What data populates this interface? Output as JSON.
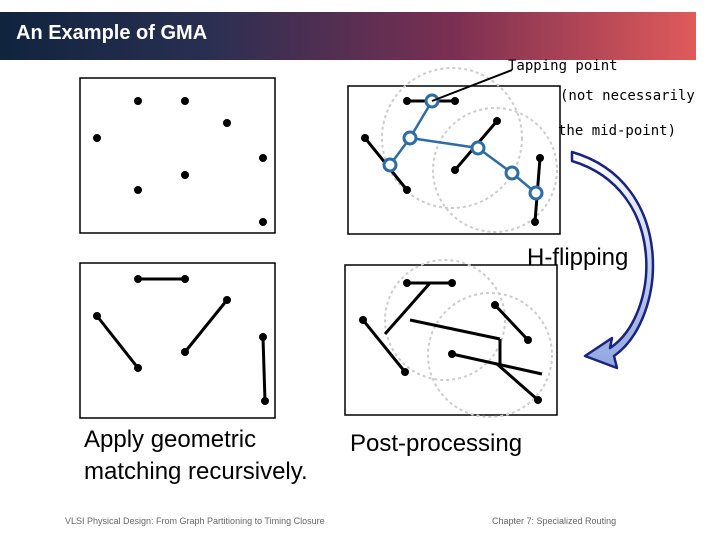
{
  "slide": {
    "title": "An Example of GMA"
  },
  "annotations": {
    "tapping_point": "Tapping point",
    "note_line1": "(not necessarily",
    "note_line2": "the mid-point)",
    "h_flipping": "H-flipping",
    "apply_line1": "Apply geometric",
    "apply_line2": "matching recursively.",
    "post_processing": "Post-processing"
  },
  "footer": {
    "left": "VLSI Physical Design: From Graph Partitioning to Timing Closure",
    "right": "Chapter 7: Specialized Routing"
  },
  "colors": {
    "tapping_point": "#2e6da4",
    "arrow_fill": "#8fa6e0",
    "arrow_stroke": "#1a237e"
  }
}
